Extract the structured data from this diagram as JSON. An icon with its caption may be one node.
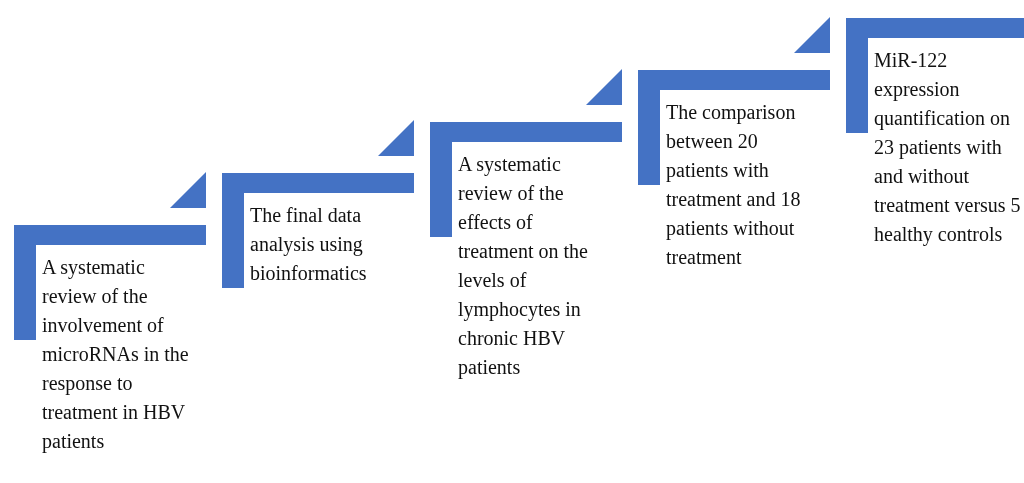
{
  "diagram": {
    "nodes": [
      {
        "text": [
          "A systematic review of the involvement of microRNAs in the response to treatment in HBV patients"
        ]
      },
      {
        "text": [
          "The final data analysis using bioinformatics"
        ]
      },
      {
        "text": [
          "A systematic review of the effects of treatment on the levels of lymphocytes in chronic HBV patients"
        ]
      },
      {
        "text": [
          "The comparison between 20 patients with treatment and 18 patients without treatment"
        ]
      },
      {
        "text": [
          "MiR-122 expression quantification on 23 patients with and without treatment versus 5 healthy controls"
        ]
      }
    ]
  }
}
